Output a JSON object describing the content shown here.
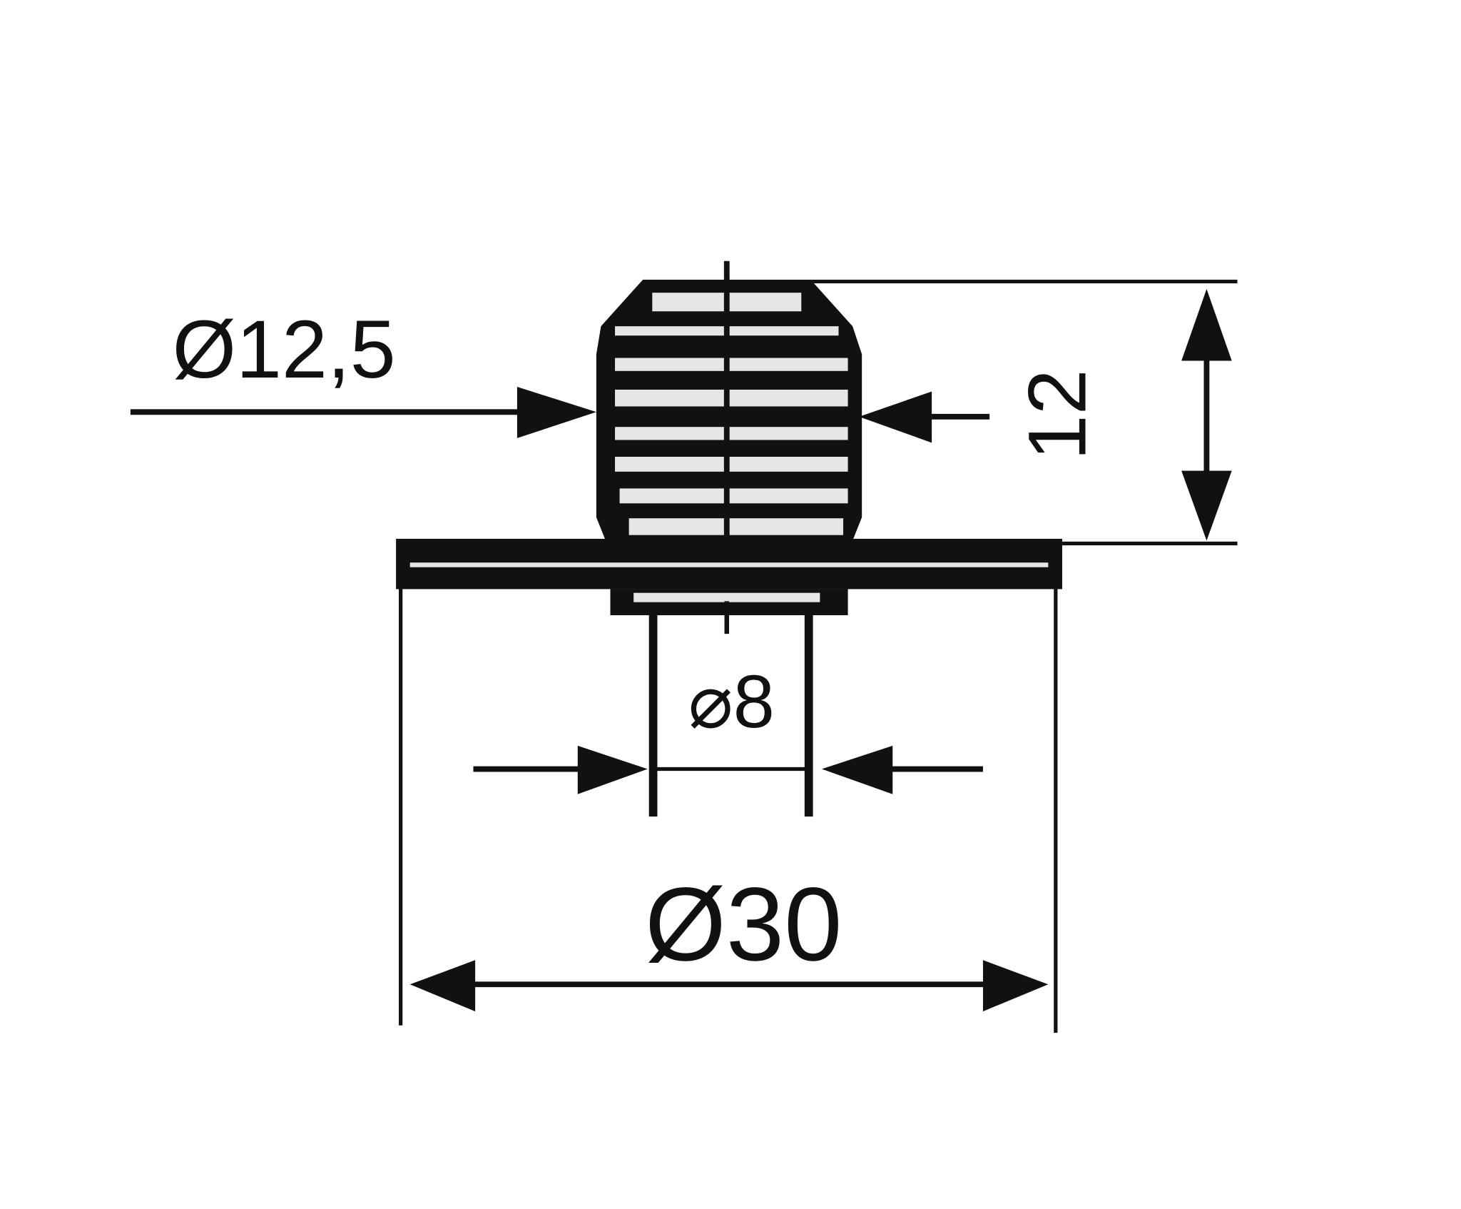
{
  "drawing": {
    "dimensions": {
      "thread_diameter": "Ø12,5",
      "height": "12",
      "pin_diameter": "⌀8",
      "flange_diameter": "Ø30"
    },
    "colors": {
      "line": "#111111",
      "background": "#ffffff",
      "stripe_light": "#e8e8e8"
    }
  }
}
